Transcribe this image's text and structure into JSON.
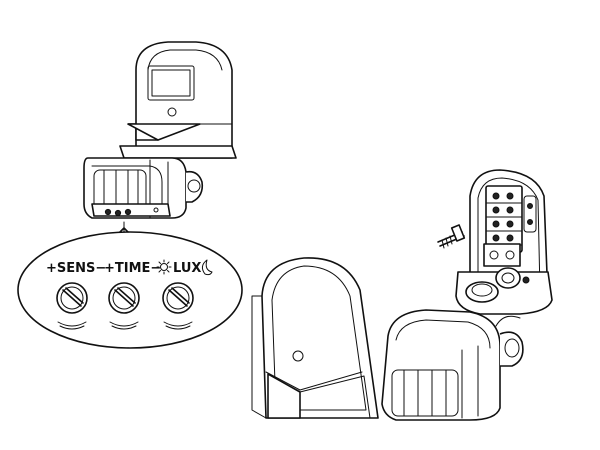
{
  "controls": {
    "sens_label": "+SENS−",
    "time_label": "+TIME−",
    "lux_label": "LUX"
  },
  "icons": {
    "sun": "sun-icon",
    "moon": "moon-icon"
  },
  "colors": {
    "line": "#111111",
    "background": "#ffffff"
  }
}
